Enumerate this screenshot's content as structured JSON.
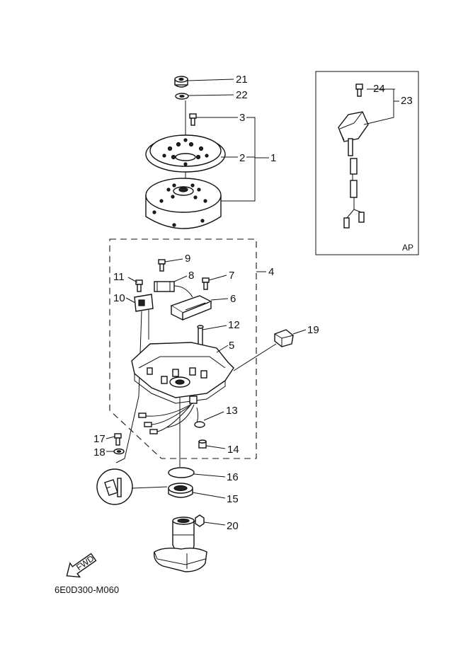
{
  "diagram": {
    "callouts": {
      "c1": "1",
      "c2": "2",
      "c3": "3",
      "c4": "4",
      "c5": "5",
      "c6": "6",
      "c7": "7",
      "c8": "8",
      "c9": "9",
      "c10": "10",
      "c11": "11",
      "c12": "12",
      "c13": "13",
      "c14": "14",
      "c15": "15",
      "c16": "16",
      "c17": "17",
      "c18": "18",
      "c19": "19",
      "c20": "20",
      "c21": "21",
      "c22": "22",
      "c23": "23",
      "c24": "24"
    },
    "inset_label": "AP",
    "fwd_label": "FWD",
    "drawing_code": "6E0D300-M060"
  }
}
